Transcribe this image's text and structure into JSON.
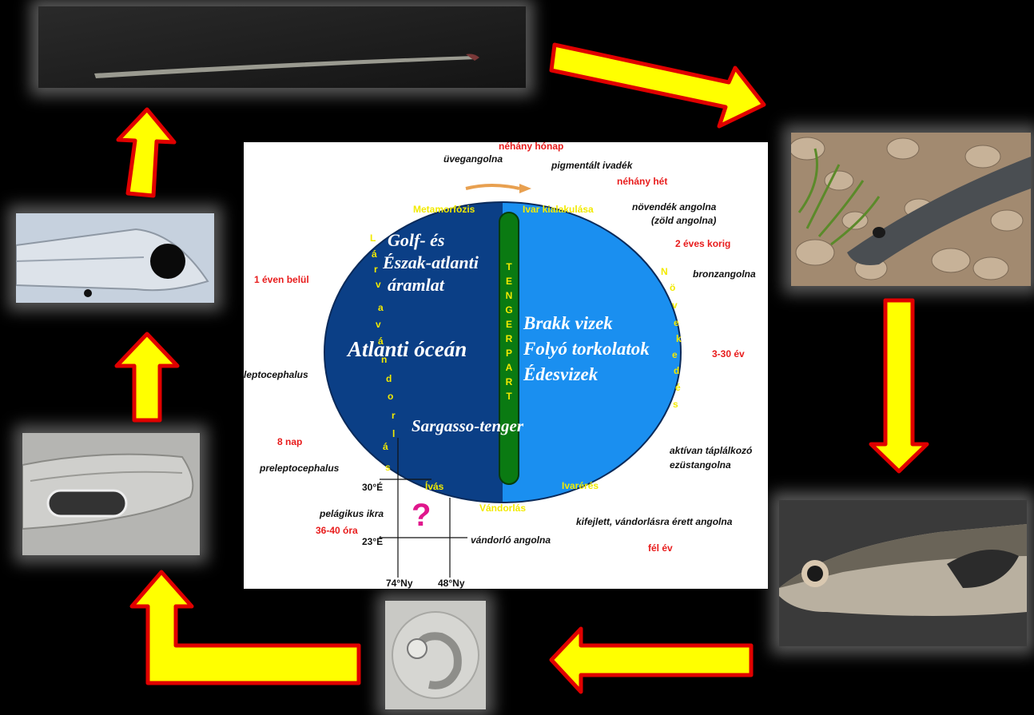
{
  "colors": {
    "arrow_fill": "#ffff00",
    "arrow_stroke": "#e00000",
    "ocean_dark": "#0b3f86",
    "ocean_light": "#1a8ff0",
    "coast_green": "#0a7a12",
    "label_red": "#e81c1c",
    "label_yellow": "#f2ea00"
  },
  "photos": [
    {
      "name": "glass-eel-photo",
      "icon": "eel-larva"
    },
    {
      "name": "yellow-eel-photo",
      "icon": "eel-on-pebbles"
    },
    {
      "name": "silver-eel-photo",
      "icon": "silver-eel-head"
    },
    {
      "name": "egg-photo",
      "icon": "egg-embryo"
    },
    {
      "name": "preleptocephalus-photo",
      "icon": "yolk-sac-larva"
    },
    {
      "name": "leptocephalus-photo",
      "icon": "transparent-larva"
    }
  ],
  "diagram": {
    "oceans": {
      "atlantic": "Atlanti óceán",
      "gulf_line1": "Golf- és",
      "gulf_line2": "Észak-atlanti",
      "gulf_line3": "áramlat",
      "sargasso": "Sargasso-tenger",
      "brakk": "Brakk vizek",
      "folyo": "Folyó torkolatok",
      "edes": "Édesvizek"
    },
    "coast": {
      "letters": [
        "T",
        "E",
        "N",
        "G",
        "E",
        "R",
        "P",
        "A",
        "R",
        "T"
      ]
    },
    "process": {
      "metamorfozis": "Metamorfózis",
      "ivar": "Ivar kialakulása",
      "ivas": "Ívás",
      "vandorlas": "Vándorlás",
      "ivareres": "Ivarérés"
    },
    "vertical": {
      "larva": [
        "L",
        "á",
        "r",
        "v",
        "a",
        "v",
        "á",
        "n",
        "d",
        "o",
        "r",
        "l",
        "á",
        "s"
      ],
      "noveked": [
        "N",
        "ö",
        "v",
        "e",
        "k",
        "e",
        "d",
        "é",
        "s"
      ]
    },
    "stages": {
      "uvegangolna": "üvegangolna",
      "pigmentalt": "pigmentált ivadék",
      "novendek1": "növendék angolna",
      "novendek2": "(zöld angolna)",
      "bronz": "bronzangolna",
      "aktiv1": "aktívan táplálkozó",
      "aktiv2": "ezüstangolna",
      "kifejlett": "kifejlett, vándorlásra érett angolna",
      "vandorlo": "vándorló angolna",
      "pelagikus": "pelágikus ikra",
      "prelepto": "preleptocephalus",
      "lepto": "leptocephalus"
    },
    "durations": {
      "nehany_honap": "néhány hónap",
      "nehany_het": "néhány hét",
      "ket_eves": "2 éves korig",
      "harom_30": "3-30 év",
      "fel_ev": "fél év",
      "egy_even": "1 éven belül",
      "nyolc_nap": "8 nap",
      "ora": "36-40 óra"
    },
    "coords": {
      "lat30": "30°É",
      "lat23": "23°É",
      "lon74": "74°Ny",
      "lon48": "48°Ny",
      "question": "?"
    }
  }
}
